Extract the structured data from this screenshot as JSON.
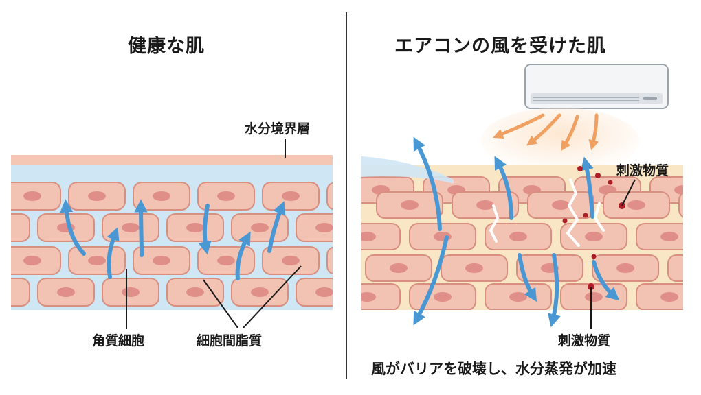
{
  "left_panel": {
    "title": "健康な肌",
    "label_moisture_layer": "水分境界層",
    "label_corneocyte": "角質細胞",
    "label_intercellular_lipid": "細胞間脂質"
  },
  "right_panel": {
    "title": "エアコンの風を受けた肌",
    "label_irritant_top": "刺激物質",
    "label_irritant_bottom": "刺激物質",
    "caption": "風がバリアを破壊し、水分蒸発が加速"
  },
  "colors": {
    "cell_fill": "#f2c2b2",
    "cell_stroke": "#d88f80",
    "nucleus": "#e08f88",
    "lipid_healthy": "#cfe6f4",
    "lipid_damaged": "#f8e6c4",
    "moisture_layer": "#f4c7b4",
    "arrow_blue": "#4a98d3",
    "arrow_orange": "#f0a060",
    "irritant_dot": "#b01e28"
  }
}
